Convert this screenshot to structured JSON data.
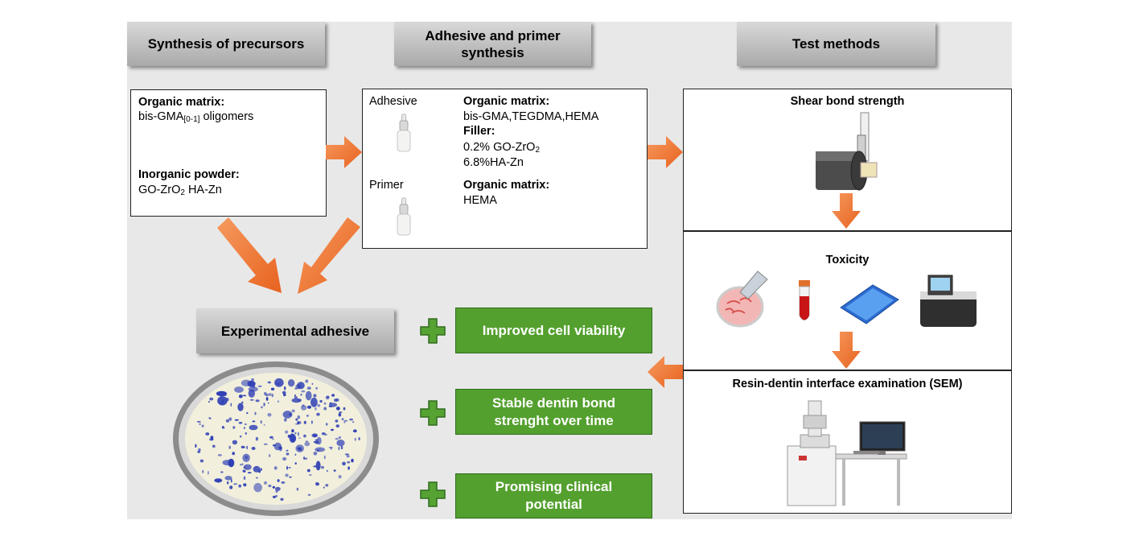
{
  "headers": {
    "synthesis": "Synthesis of precursors",
    "adhesive_primer_line1": "Adhesive and primer",
    "adhesive_primer_line2": "synthesis",
    "test_methods": "Test methods",
    "experimental": "Experimental adhesive"
  },
  "precursors": {
    "organic_label": "Organic matrix:",
    "organic_value_prefix": "bis-GMA",
    "organic_value_sub": "[0-1]",
    "organic_value_suffix": " oligomers",
    "inorganic_label": "Inorganic powder:",
    "inorganic_value_prefix": "GO-ZrO",
    "inorganic_value_sub": "2",
    "inorganic_value_suffix": " HA-Zn"
  },
  "adhesive_box": {
    "adhesive_label": "Adhesive",
    "adhesive_organic_label": "Organic matrix:",
    "adhesive_organic_value": "bis-GMA,TEGDMA,HEMA",
    "filler_label": "Filler:",
    "filler_1_prefix": "0.2% GO-ZrO",
    "filler_1_sub": "2",
    "filler_2": "6.8%HA-Zn",
    "primer_label": "Primer",
    "primer_organic_label": "Organic matrix:",
    "primer_organic_value": "HEMA"
  },
  "tests": {
    "shear": "Shear bond strength",
    "toxicity": "Toxicity",
    "sem": "Resin-dentin interface examination (SEM)"
  },
  "outcomes": [
    {
      "line1": "Improved cell viability",
      "line2": ""
    },
    {
      "line1": "Stable dentin bond",
      "line2": "strenght over time"
    },
    {
      "line1": "Promising clinical",
      "line2": "potential"
    }
  ],
  "colors": {
    "arrow": "#ee6d26",
    "green_box": "#54a02f",
    "plus": "#56a233",
    "dish_dots": "#2f3fb5"
  }
}
